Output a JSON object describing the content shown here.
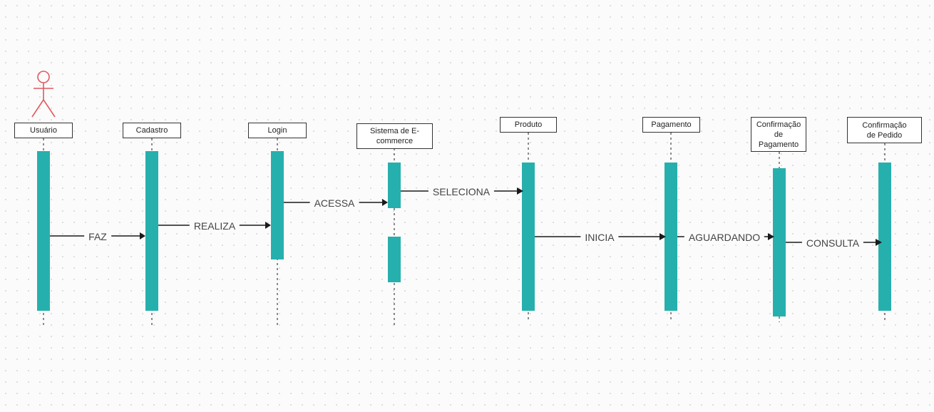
{
  "participants": [
    {
      "id": "usuario",
      "label": "Usuário"
    },
    {
      "id": "cadastro",
      "label": "Cadastro"
    },
    {
      "id": "login",
      "label": "Login"
    },
    {
      "id": "sistema",
      "label": "Sistema de E-commerce"
    },
    {
      "id": "produto",
      "label": "Produto"
    },
    {
      "id": "pagamento",
      "label": "Pagamento"
    },
    {
      "id": "confirmacao_pagamento",
      "label": "Confirmação de Pagamento"
    },
    {
      "id": "confirmacao_pedido",
      "label": "Confirmação de Pedido"
    }
  ],
  "messages": [
    {
      "from": "usuario",
      "to": "cadastro",
      "label": "FAZ"
    },
    {
      "from": "cadastro",
      "to": "login",
      "label": "REALIZA"
    },
    {
      "from": "login",
      "to": "sistema",
      "label": "ACESSA"
    },
    {
      "from": "sistema",
      "to": "produto",
      "label": "SELECIONA"
    },
    {
      "from": "produto",
      "to": "pagamento",
      "label": "INICIA"
    },
    {
      "from": "pagamento",
      "to": "confirmacao_pagamento",
      "label": "AGUARDANDO"
    },
    {
      "from": "confirmacao_pagamento",
      "to": "confirmacao_pedido",
      "label": "CONSULTA"
    }
  ],
  "colors": {
    "activation": "#26b0ad",
    "actor": "#e05a5f"
  },
  "actor_icon": "person-icon"
}
